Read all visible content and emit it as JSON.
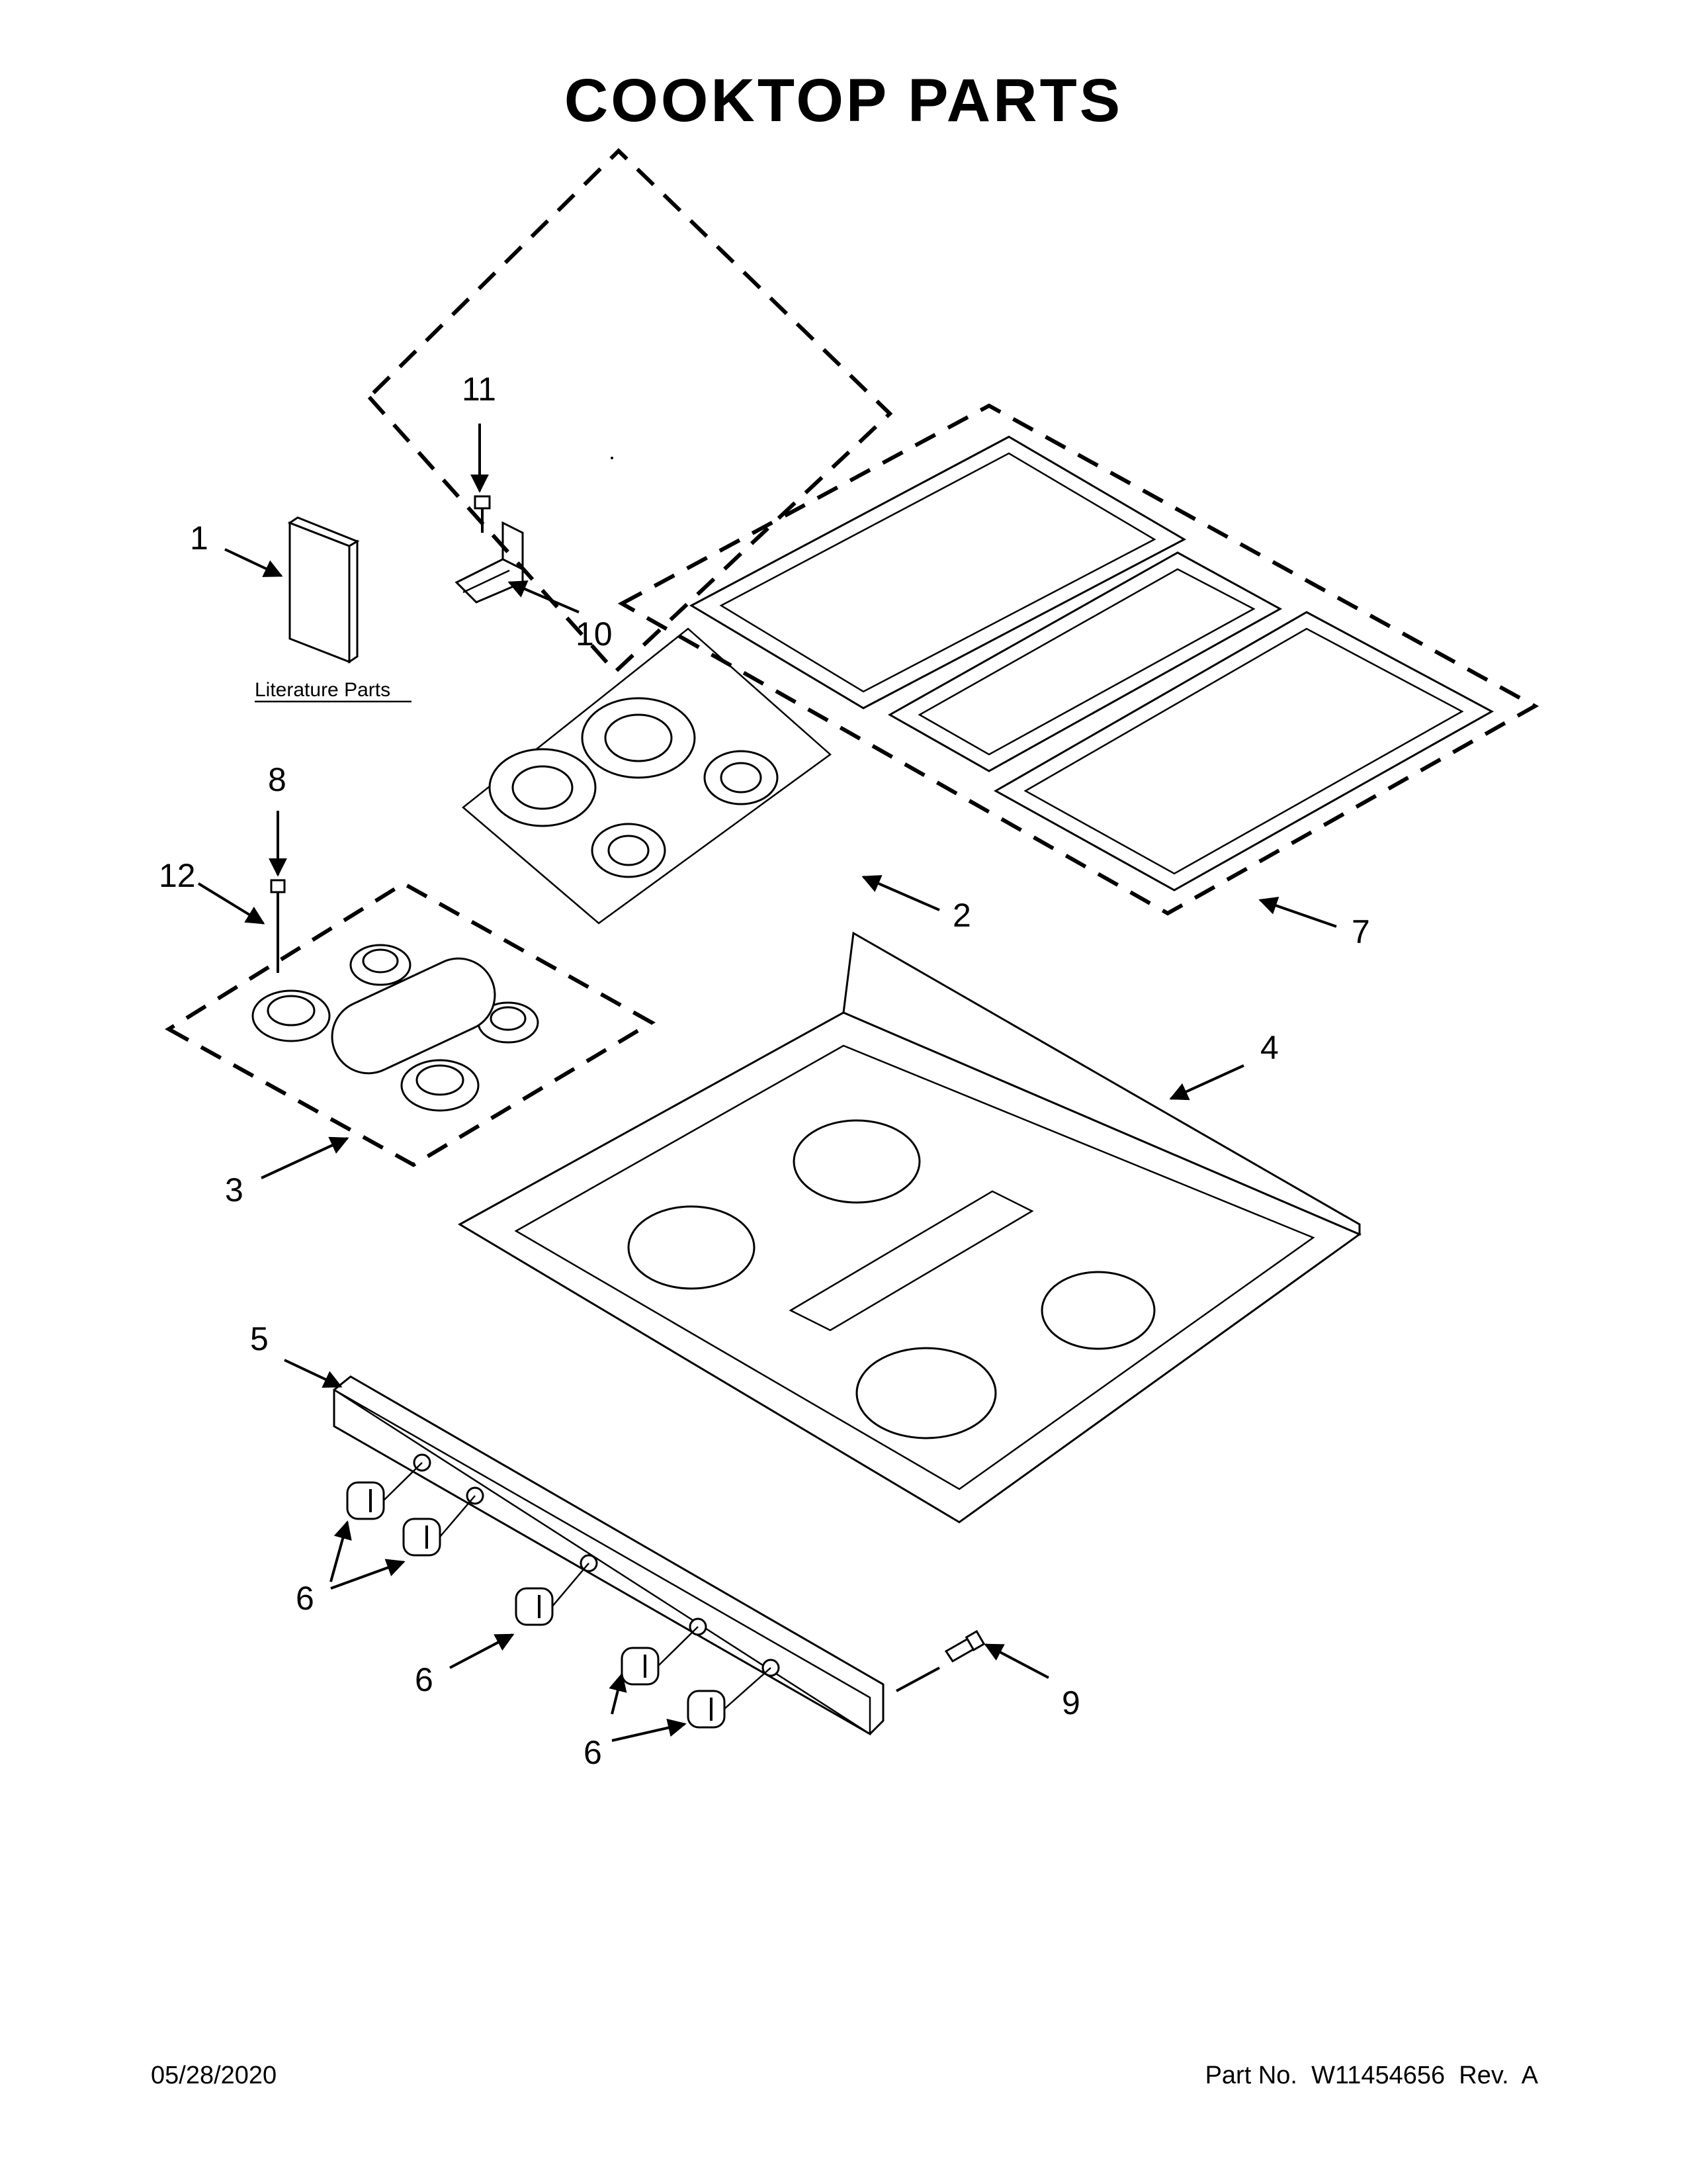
{
  "page_title": "COOKTOP PARTS",
  "literature_label": "Literature Parts",
  "callouts": {
    "p1": "1",
    "p2": "2",
    "p3": "3",
    "p4": "4",
    "p5": "5",
    "p6a": "6",
    "p6b": "6",
    "p6c": "6",
    "p7": "7",
    "p8": "8",
    "p9": "9",
    "p10": "10",
    "p11": "11",
    "p12": "12"
  },
  "footer": {
    "date": "05/28/2020",
    "part_no": "Part No.  W11454656  Rev.  A"
  }
}
